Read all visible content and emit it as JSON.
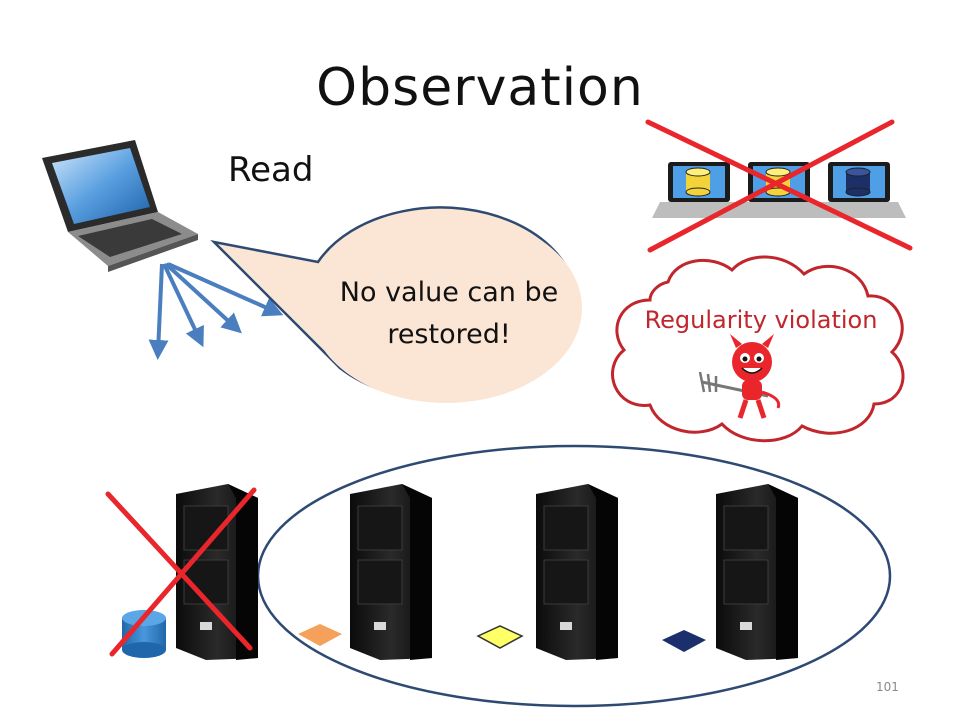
{
  "slide": {
    "title": "Observation",
    "read_label": "Read",
    "bubble_text": "No value can be restored!",
    "cloud_text": "Regularity violation",
    "page_number": "101"
  },
  "icons": [
    "laptop-icon",
    "server-icon",
    "database-icon",
    "devil-icon",
    "cross-mark-icon"
  ],
  "colors": {
    "cross": "#e8262b",
    "arrow": "#4a7ebf",
    "bubble_fill": "#fbe6d6",
    "bubble_stroke": "#2e4a73",
    "cloud_text": "#c0262c",
    "fragment_orange": "#f5a15b",
    "fragment_yellow": "#ffff66",
    "fragment_navy": "#1a2f6b",
    "database_blue": "#2f7dc4"
  }
}
